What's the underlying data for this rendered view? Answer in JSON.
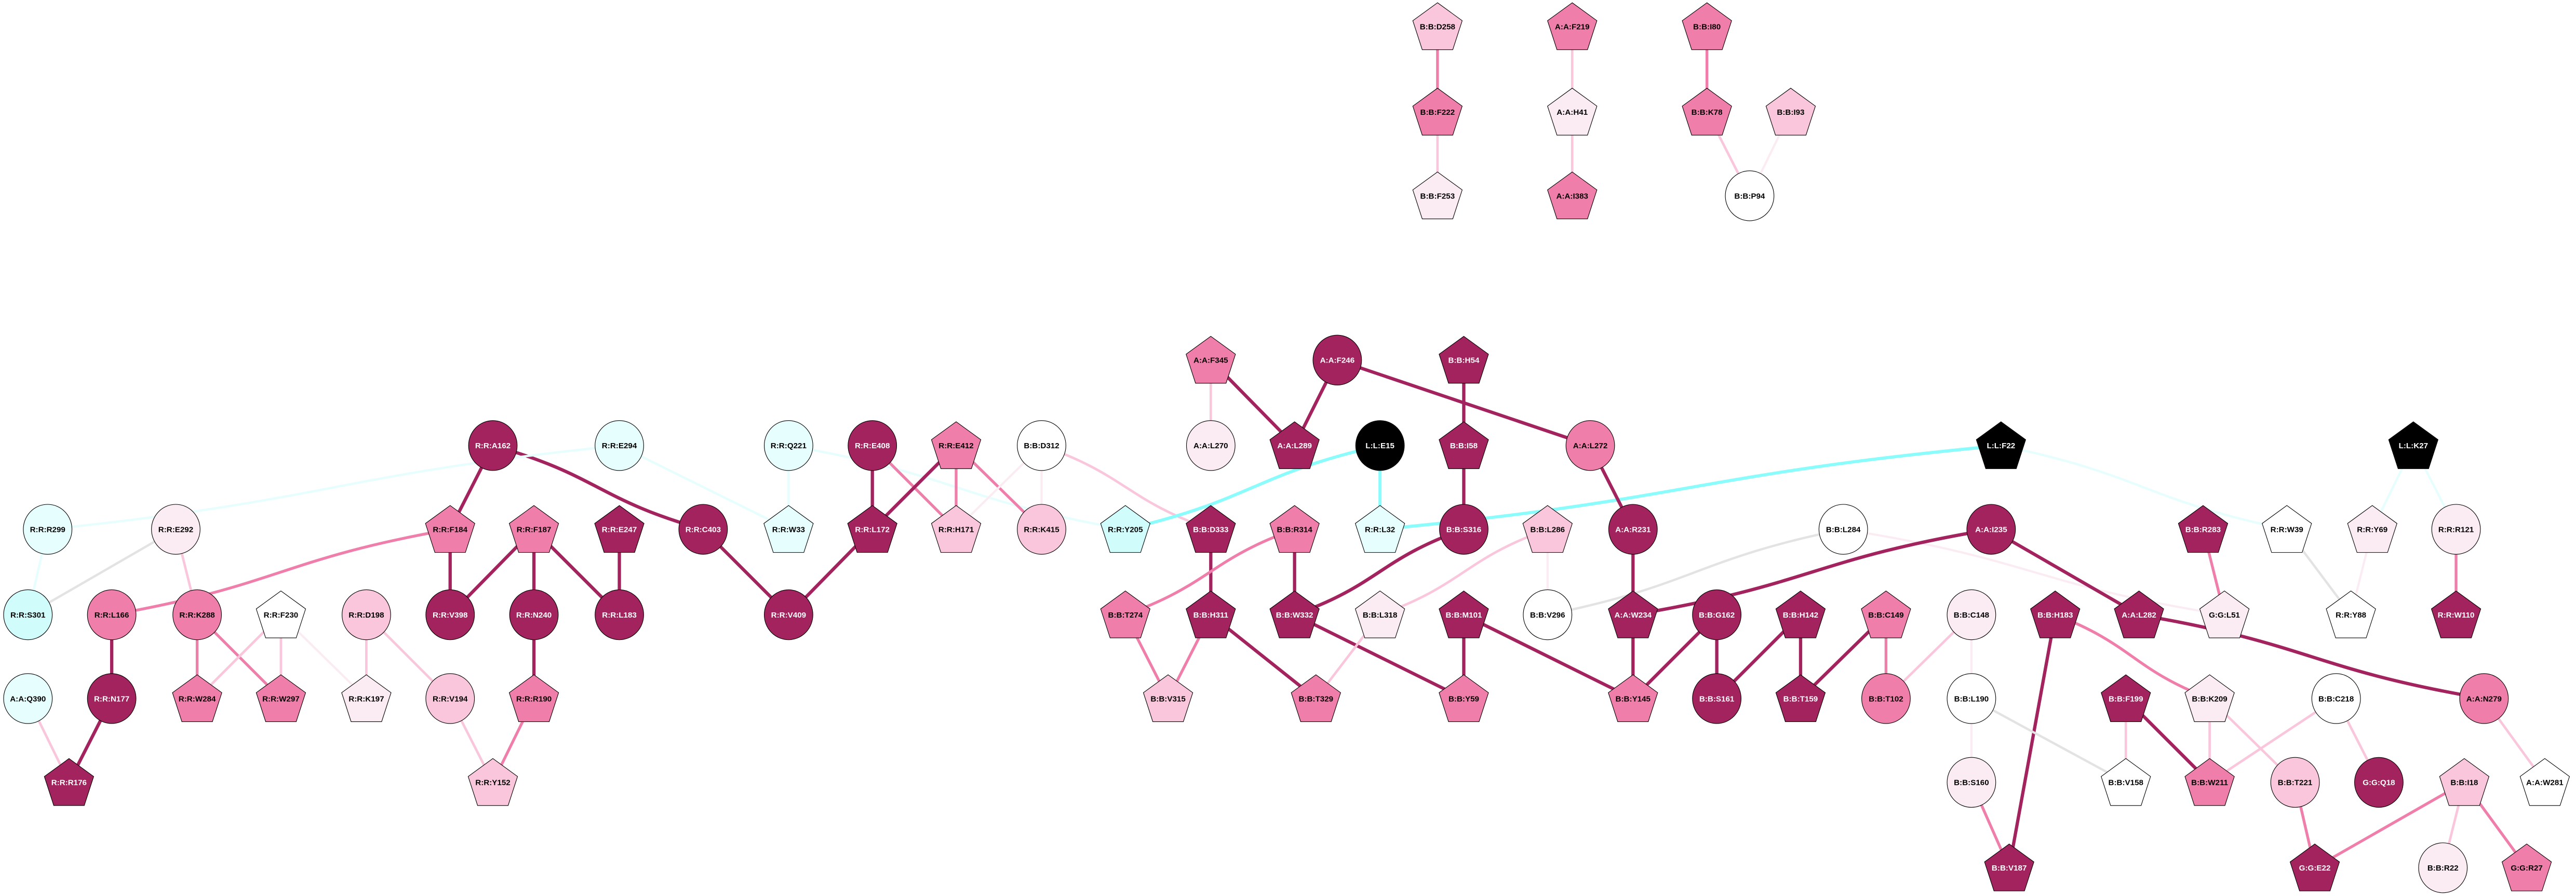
{
  "palette": {
    "dark": "#A2235E",
    "mid": "#F07EAB",
    "light": "#F9C6DB",
    "vlight": "#FBEBF2",
    "white": "#FFFFFF",
    "cyanlight": "#E6FEFE",
    "cyan": "#D0FCFC",
    "black": "#000000",
    "grey": "#E3E3E3",
    "cyanedge": "#8AFCFC"
  },
  "nodes": [
    {
      "id": "B:B:D258",
      "shape": "pentagon",
      "fill": "light"
    },
    {
      "id": "B:B:F222",
      "shape": "pentagon",
      "fill": "mid"
    },
    {
      "id": "B:B:F253",
      "shape": "pentagon",
      "fill": "vlight"
    },
    {
      "id": "A:A:F219",
      "shape": "pentagon",
      "fill": "mid"
    },
    {
      "id": "A:A:H41",
      "shape": "pentagon",
      "fill": "vlight"
    },
    {
      "id": "A:A:I383",
      "shape": "pentagon",
      "fill": "mid"
    },
    {
      "id": "B:B:I80",
      "shape": "pentagon",
      "fill": "mid"
    },
    {
      "id": "B:B:K78",
      "shape": "pentagon",
      "fill": "mid"
    },
    {
      "id": "B:B:I93",
      "shape": "pentagon",
      "fill": "light"
    },
    {
      "id": "B:B:P94",
      "shape": "ellipse",
      "fill": "white"
    },
    {
      "id": "A:A:F345",
      "shape": "pentagon",
      "fill": "mid"
    },
    {
      "id": "A:A:F246",
      "shape": "ellipse",
      "fill": "dark"
    },
    {
      "id": "B:B:H54",
      "shape": "pentagon",
      "fill": "dark"
    },
    {
      "id": "R:R:A162",
      "shape": "ellipse",
      "fill": "dark"
    },
    {
      "id": "R:R:E294",
      "shape": "ellipse",
      "fill": "cyanlight"
    },
    {
      "id": "R:R:Q221",
      "shape": "ellipse",
      "fill": "cyanlight"
    },
    {
      "id": "R:R:E408",
      "shape": "ellipse",
      "fill": "dark"
    },
    {
      "id": "R:R:E412",
      "shape": "pentagon",
      "fill": "mid"
    },
    {
      "id": "B:B:D312",
      "shape": "ellipse",
      "fill": "white"
    },
    {
      "id": "A:A:L270",
      "shape": "ellipse",
      "fill": "vlight"
    },
    {
      "id": "A:A:L289",
      "shape": "pentagon",
      "fill": "dark"
    },
    {
      "id": "L:L:E15",
      "shape": "ellipse",
      "fill": "black"
    },
    {
      "id": "B:B:I58",
      "shape": "pentagon",
      "fill": "dark"
    },
    {
      "id": "A:A:L272",
      "shape": "ellipse",
      "fill": "mid"
    },
    {
      "id": "L:L:F22",
      "shape": "pentagon",
      "fill": "black"
    },
    {
      "id": "L:L:K27",
      "shape": "pentagon",
      "fill": "black"
    },
    {
      "id": "R:R:R299",
      "shape": "ellipse",
      "fill": "cyanlight"
    },
    {
      "id": "R:R:E292",
      "shape": "ellipse",
      "fill": "vlight"
    },
    {
      "id": "R:R:F184",
      "shape": "pentagon",
      "fill": "mid"
    },
    {
      "id": "R:R:F187",
      "shape": "pentagon",
      "fill": "mid"
    },
    {
      "id": "R:R:E247",
      "shape": "pentagon",
      "fill": "dark"
    },
    {
      "id": "R:R:C403",
      "shape": "ellipse",
      "fill": "dark"
    },
    {
      "id": "R:R:W33",
      "shape": "pentagon",
      "fill": "cyanlight"
    },
    {
      "id": "R:R:L172",
      "shape": "pentagon",
      "fill": "dark"
    },
    {
      "id": "R:R:H171",
      "shape": "pentagon",
      "fill": "light"
    },
    {
      "id": "R:R:K415",
      "shape": "ellipse",
      "fill": "light"
    },
    {
      "id": "R:R:Y205",
      "shape": "pentagon",
      "fill": "cyan"
    },
    {
      "id": "B:B:D333",
      "shape": "pentagon",
      "fill": "dark"
    },
    {
      "id": "B:B:R314",
      "shape": "pentagon",
      "fill": "mid"
    },
    {
      "id": "R:R:L32",
      "shape": "pentagon",
      "fill": "cyanlight"
    },
    {
      "id": "B:B:S316",
      "shape": "ellipse",
      "fill": "dark"
    },
    {
      "id": "B:B:L286",
      "shape": "pentagon",
      "fill": "light"
    },
    {
      "id": "A:A:R231",
      "shape": "ellipse",
      "fill": "dark"
    },
    {
      "id": "B:B:L284",
      "shape": "ellipse",
      "fill": "white"
    },
    {
      "id": "A:A:I235",
      "shape": "ellipse",
      "fill": "dark"
    },
    {
      "id": "B:B:R283",
      "shape": "pentagon",
      "fill": "dark"
    },
    {
      "id": "R:R:W39",
      "shape": "pentagon",
      "fill": "white"
    },
    {
      "id": "R:R:Y69",
      "shape": "pentagon",
      "fill": "vlight"
    },
    {
      "id": "R:R:R121",
      "shape": "ellipse",
      "fill": "vlight"
    },
    {
      "id": "R:R:S301",
      "shape": "ellipse",
      "fill": "cyan"
    },
    {
      "id": "R:R:L166",
      "shape": "ellipse",
      "fill": "mid"
    },
    {
      "id": "R:R:K288",
      "shape": "ellipse",
      "fill": "mid"
    },
    {
      "id": "R:R:F230",
      "shape": "pentagon",
      "fill": "white"
    },
    {
      "id": "R:R:D198",
      "shape": "ellipse",
      "fill": "light"
    },
    {
      "id": "R:R:V398",
      "shape": "ellipse",
      "fill": "dark"
    },
    {
      "id": "R:R:N240",
      "shape": "ellipse",
      "fill": "dark"
    },
    {
      "id": "R:R:L183",
      "shape": "ellipse",
      "fill": "dark"
    },
    {
      "id": "R:R:V409",
      "shape": "ellipse",
      "fill": "dark"
    },
    {
      "id": "B:B:T274",
      "shape": "pentagon",
      "fill": "mid"
    },
    {
      "id": "B:B:H311",
      "shape": "pentagon",
      "fill": "dark"
    },
    {
      "id": "B:B:W332",
      "shape": "pentagon",
      "fill": "dark"
    },
    {
      "id": "B:B:L318",
      "shape": "pentagon",
      "fill": "vlight"
    },
    {
      "id": "B:B:M101",
      "shape": "pentagon",
      "fill": "dark"
    },
    {
      "id": "B:B:V296",
      "shape": "ellipse",
      "fill": "white"
    },
    {
      "id": "A:A:W234",
      "shape": "pentagon",
      "fill": "dark"
    },
    {
      "id": "B:B:G162",
      "shape": "ellipse",
      "fill": "dark"
    },
    {
      "id": "B:B:H142",
      "shape": "pentagon",
      "fill": "dark"
    },
    {
      "id": "B:B:C149",
      "shape": "pentagon",
      "fill": "mid"
    },
    {
      "id": "B:B:C148",
      "shape": "ellipse",
      "fill": "vlight"
    },
    {
      "id": "B:B:H183",
      "shape": "pentagon",
      "fill": "dark"
    },
    {
      "id": "A:A:L282",
      "shape": "pentagon",
      "fill": "dark"
    },
    {
      "id": "G:G:L51",
      "shape": "pentagon",
      "fill": "vlight"
    },
    {
      "id": "R:R:Y88",
      "shape": "pentagon",
      "fill": "white"
    },
    {
      "id": "R:R:W110",
      "shape": "pentagon",
      "fill": "dark"
    },
    {
      "id": "A:A:Q390",
      "shape": "ellipse",
      "fill": "cyanlight"
    },
    {
      "id": "R:R:N177",
      "shape": "ellipse",
      "fill": "dark"
    },
    {
      "id": "R:R:W284",
      "shape": "pentagon",
      "fill": "mid"
    },
    {
      "id": "R:R:W297",
      "shape": "pentagon",
      "fill": "mid"
    },
    {
      "id": "R:R:K197",
      "shape": "pentagon",
      "fill": "vlight"
    },
    {
      "id": "R:R:V194",
      "shape": "ellipse",
      "fill": "light"
    },
    {
      "id": "R:R:R190",
      "shape": "pentagon",
      "fill": "mid"
    },
    {
      "id": "B:B:V315",
      "shape": "pentagon",
      "fill": "light"
    },
    {
      "id": "B:B:T329",
      "shape": "pentagon",
      "fill": "mid"
    },
    {
      "id": "B:B:Y59",
      "shape": "pentagon",
      "fill": "mid"
    },
    {
      "id": "B:B:Y145",
      "shape": "pentagon",
      "fill": "mid"
    },
    {
      "id": "B:B:S161",
      "shape": "ellipse",
      "fill": "dark"
    },
    {
      "id": "B:B:T159",
      "shape": "pentagon",
      "fill": "dark"
    },
    {
      "id": "B:B:T102",
      "shape": "ellipse",
      "fill": "mid"
    },
    {
      "id": "B:B:L190",
      "shape": "ellipse",
      "fill": "white"
    },
    {
      "id": "B:B:F199",
      "shape": "pentagon",
      "fill": "dark"
    },
    {
      "id": "B:B:K209",
      "shape": "pentagon",
      "fill": "vlight"
    },
    {
      "id": "B:B:C218",
      "shape": "ellipse",
      "fill": "white"
    },
    {
      "id": "A:A:N279",
      "shape": "ellipse",
      "fill": "mid"
    },
    {
      "id": "R:R:R176",
      "shape": "pentagon",
      "fill": "dark"
    },
    {
      "id": "R:R:Y152",
      "shape": "pentagon",
      "fill": "light"
    },
    {
      "id": "B:B:S160",
      "shape": "ellipse",
      "fill": "vlight"
    },
    {
      "id": "B:B:V158",
      "shape": "pentagon",
      "fill": "white"
    },
    {
      "id": "B:B:W211",
      "shape": "pentagon",
      "fill": "mid"
    },
    {
      "id": "B:B:T221",
      "shape": "ellipse",
      "fill": "light"
    },
    {
      "id": "G:G:Q18",
      "shape": "ellipse",
      "fill": "dark"
    },
    {
      "id": "B:B:I18",
      "shape": "pentagon",
      "fill": "light"
    },
    {
      "id": "A:A:W281",
      "shape": "pentagon",
      "fill": "white"
    },
    {
      "id": "B:B:V187",
      "shape": "pentagon",
      "fill": "dark"
    },
    {
      "id": "G:G:E22",
      "shape": "pentagon",
      "fill": "dark"
    },
    {
      "id": "B:B:R22",
      "shape": "ellipse",
      "fill": "vlight"
    },
    {
      "id": "G:G:R27",
      "shape": "pentagon",
      "fill": "mid"
    }
  ],
  "edges": [
    [
      "B:B:D258",
      "B:B:F222",
      "mid"
    ],
    [
      "B:B:F222",
      "B:B:F253",
      "light"
    ],
    [
      "A:A:F219",
      "A:A:H41",
      "light"
    ],
    [
      "A:A:H41",
      "A:A:I383",
      "light"
    ],
    [
      "B:B:I80",
      "B:B:K78",
      "mid"
    ],
    [
      "B:B:K78",
      "B:B:P94",
      "light"
    ],
    [
      "B:B:I93",
      "B:B:P94",
      "vlight"
    ],
    [
      "R:R:A162",
      "R:R:F184",
      "dark"
    ],
    [
      "R:R:A162",
      "R:R:C403",
      "dark"
    ],
    [
      "R:R:E294",
      "R:R:R299",
      "cyanlight"
    ],
    [
      "R:R:E294",
      "R:R:W33",
      "cyanlight"
    ],
    [
      "R:R:R299",
      "R:R:S301",
      "cyanlight"
    ],
    [
      "R:R:E292",
      "R:R:S301",
      "grey"
    ],
    [
      "R:R:E292",
      "R:R:K288",
      "light"
    ],
    [
      "R:R:F184",
      "R:R:L166",
      "mid"
    ],
    [
      "R:R:F184",
      "R:R:V398",
      "dark"
    ],
    [
      "R:R:F187",
      "R:R:V398",
      "dark"
    ],
    [
      "R:R:F187",
      "R:R:N240",
      "dark"
    ],
    [
      "R:R:F187",
      "R:R:L183",
      "dark"
    ],
    [
      "R:R:E247",
      "R:R:L183",
      "dark"
    ],
    [
      "R:R:L166",
      "R:R:N177",
      "dark"
    ],
    [
      "R:R:K288",
      "R:R:W284",
      "mid"
    ],
    [
      "R:R:K288",
      "R:R:W297",
      "mid"
    ],
    [
      "R:R:F230",
      "R:R:W284",
      "light"
    ],
    [
      "R:R:F230",
      "R:R:W297",
      "light"
    ],
    [
      "R:R:F230",
      "R:R:K197",
      "vlight"
    ],
    [
      "R:R:D198",
      "R:R:K197",
      "light"
    ],
    [
      "R:R:D198",
      "R:R:V194",
      "light"
    ],
    [
      "R:R:N240",
      "R:R:R190",
      "dark"
    ],
    [
      "A:A:Q390",
      "R:R:R176",
      "light"
    ],
    [
      "R:R:N177",
      "R:R:R176",
      "dark"
    ],
    [
      "R:R:V194",
      "R:R:Y152",
      "light"
    ],
    [
      "R:R:R190",
      "R:R:Y152",
      "mid"
    ],
    [
      "R:R:C403",
      "R:R:V409",
      "dark"
    ],
    [
      "R:R:L172",
      "R:R:V409",
      "dark"
    ],
    [
      "R:R:Q221",
      "R:R:W33",
      "cyanlight"
    ],
    [
      "R:R:Q221",
      "R:R:Y205",
      "cyanlight"
    ],
    [
      "R:R:E408",
      "R:R:L172",
      "dark"
    ],
    [
      "R:R:E408",
      "R:R:H171",
      "mid"
    ],
    [
      "R:R:E412",
      "R:R:L172",
      "dark"
    ],
    [
      "R:R:E412",
      "R:R:H171",
      "mid"
    ],
    [
      "R:R:E412",
      "R:R:K415",
      "mid"
    ],
    [
      "B:B:D312",
      "R:R:H171",
      "vlight"
    ],
    [
      "B:B:D312",
      "R:R:K415",
      "vlight"
    ],
    [
      "B:B:D312",
      "B:B:D333",
      "light"
    ],
    [
      "L:L:E15",
      "R:R:Y205",
      "cyanedge"
    ],
    [
      "L:L:E15",
      "R:R:L32",
      "cyanedge"
    ],
    [
      "L:L:F22",
      "R:R:L32",
      "cyanedge"
    ],
    [
      "L:L:F22",
      "R:R:W39",
      "cyanlight"
    ],
    [
      "A:A:F345",
      "A:A:L270",
      "light"
    ],
    [
      "A:A:F345",
      "A:A:L289",
      "dark"
    ],
    [
      "A:A:F246",
      "A:A:L289",
      "dark"
    ],
    [
      "A:A:F246",
      "A:A:L272",
      "dark"
    ],
    [
      "B:B:H54",
      "B:B:I58",
      "dark"
    ],
    [
      "B:B:I58",
      "B:B:S316",
      "dark"
    ],
    [
      "A:A:L272",
      "A:A:R231",
      "dark"
    ],
    [
      "B:B:D333",
      "B:B:H311",
      "dark"
    ],
    [
      "B:B:R314",
      "B:B:T274",
      "mid"
    ],
    [
      "B:B:R314",
      "B:B:W332",
      "dark"
    ],
    [
      "B:B:S316",
      "B:B:W332",
      "dark"
    ],
    [
      "B:B:L286",
      "B:B:L318",
      "light"
    ],
    [
      "B:B:L286",
      "B:B:V296",
      "vlight"
    ],
    [
      "A:A:R231",
      "A:A:W234",
      "dark"
    ],
    [
      "B:B:L284",
      "B:B:V296",
      "grey"
    ],
    [
      "B:B:L284",
      "G:G:L51",
      "vlight"
    ],
    [
      "A:A:I235",
      "A:A:W234",
      "dark"
    ],
    [
      "A:A:I235",
      "A:A:L282",
      "dark"
    ],
    [
      "B:B:T274",
      "B:B:V315",
      "mid"
    ],
    [
      "B:B:H311",
      "B:B:V315",
      "mid"
    ],
    [
      "B:B:H311",
      "B:B:T329",
      "dark"
    ],
    [
      "B:B:W332",
      "B:B:Y59",
      "dark"
    ],
    [
      "B:B:L318",
      "B:B:T329",
      "light"
    ],
    [
      "B:B:M101",
      "B:B:Y59",
      "dark"
    ],
    [
      "B:B:M101",
      "B:B:Y145",
      "dark"
    ],
    [
      "A:A:W234",
      "B:B:Y145",
      "dark"
    ],
    [
      "B:B:G162",
      "B:B:Y145",
      "dark"
    ],
    [
      "B:B:G162",
      "B:B:S161",
      "dark"
    ],
    [
      "B:B:H142",
      "B:B:S161",
      "dark"
    ],
    [
      "B:B:H142",
      "B:B:T159",
      "dark"
    ],
    [
      "B:B:C149",
      "B:B:T159",
      "dark"
    ],
    [
      "B:B:C149",
      "B:B:T102",
      "mid"
    ],
    [
      "B:B:C148",
      "B:B:T102",
      "light"
    ],
    [
      "B:B:C148",
      "B:B:L190",
      "vlight"
    ],
    [
      "B:B:H183",
      "B:B:V187",
      "dark"
    ],
    [
      "B:B:H183",
      "B:B:K209",
      "mid"
    ],
    [
      "A:A:L282",
      "A:A:N279",
      "dark"
    ],
    [
      "B:B:R283",
      "G:G:L51",
      "mid"
    ],
    [
      "L:L:K27",
      "R:R:Y69",
      "cyanlight"
    ],
    [
      "L:L:K27",
      "R:R:R121",
      "cyanlight"
    ],
    [
      "R:R:W39",
      "R:R:Y88",
      "grey"
    ],
    [
      "R:R:Y69",
      "R:R:Y88",
      "vlight"
    ],
    [
      "R:R:R121",
      "R:R:W110",
      "mid"
    ],
    [
      "B:B:L190",
      "B:B:S160",
      "vlight"
    ],
    [
      "B:B:L190",
      "B:B:V158",
      "grey"
    ],
    [
      "B:B:F199",
      "B:B:V158",
      "light"
    ],
    [
      "B:B:F199",
      "B:B:W211",
      "dark"
    ],
    [
      "B:B:K209",
      "B:B:W211",
      "light"
    ],
    [
      "B:B:K209",
      "B:B:T221",
      "light"
    ],
    [
      "B:B:C218",
      "B:B:W211",
      "light"
    ],
    [
      "B:B:C218",
      "G:G:Q18",
      "light"
    ],
    [
      "A:A:N279",
      "A:A:W281",
      "light"
    ],
    [
      "B:B:S160",
      "B:B:V187",
      "mid"
    ],
    [
      "B:B:T221",
      "G:G:E22",
      "mid"
    ],
    [
      "B:B:I18",
      "G:G:E22",
      "mid"
    ],
    [
      "B:B:I18",
      "B:B:R22",
      "light"
    ],
    [
      "B:B:I18",
      "G:G:R27",
      "mid"
    ]
  ]
}
